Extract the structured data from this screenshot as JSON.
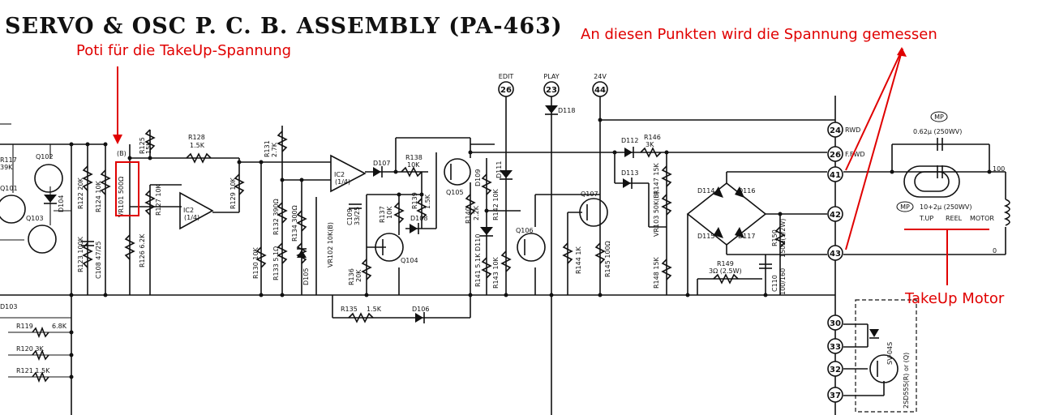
{
  "title": "SERVO & OSC P. C. B. ASSEMBLY (PA-463)",
  "annotations": {
    "poti": "Poti für die TakeUp-Spannung",
    "points": "An diesen Punkten wird die Spannung gemessen",
    "motor": "TakeUp Motor"
  },
  "terminals": {
    "t26_top": "26",
    "t23": "23",
    "t44": "44",
    "t24": "24",
    "t26": "26",
    "t41": "41",
    "t42": "42",
    "t43": "43",
    "t30": "30",
    "t33": "33",
    "t32": "32",
    "t37": "37"
  },
  "terminal_labels": {
    "edit": "EDIT",
    "play": "PLAY",
    "v24": "24V",
    "rwd": "RWD",
    "ffwd": "F.FWD"
  },
  "components": {
    "r117": "R117",
    "r117v": "39K",
    "q102": "Q102",
    "q101": "Q101",
    "q103": "Q103",
    "d104": "D104",
    "r122": "R122 20K",
    "r124": "R124 10K",
    "r123": "R123 100K",
    "c108": "C108 47/25",
    "vr101": "VR101 500Ω",
    "vr101b": "(B)",
    "r125": "R125",
    "r125v": "15K",
    "r127": "R127 10K",
    "r126": "R126 6.2K",
    "r128": "R128",
    "r128v": "1.5K",
    "ic2a": "IC2",
    "ic2a_s": "(1/4)",
    "r129": "R129 10K",
    "r131": "R131",
    "r131v": "2.7K",
    "r130": "R130 10K",
    "r133": "R133 5.1Ω",
    "r132": "R132 390Ω",
    "r134": "R134 300Ω",
    "d105": "D105",
    "vr102": "VR102 10K(B)",
    "ic2b": "IC2",
    "ic2b_s": "(1/4)",
    "c109": "C109",
    "c109v": "33/25",
    "d107": "D107",
    "r138": "R138",
    "r138v": "10K",
    "r137": "R137",
    "r137v": "10K",
    "r139": "R139",
    "r139v": "1.5K",
    "d108": "D108",
    "q104": "Q104",
    "r136": "R136",
    "r136v": "20K",
    "q105": "Q105",
    "d109": "D109",
    "d111": "D111",
    "r140": "R140",
    "r140v": "2.2K",
    "r142": "R142 10K",
    "d110": "D110",
    "r141": "R141 5.1K",
    "r143": "R143 10K",
    "q106": "Q106",
    "q107": "Q107",
    "r144": "R144 1K",
    "r145": "R145 100Ω",
    "d118": "D118",
    "d112": "D112",
    "r146": "R146",
    "r146v": "3K",
    "d113": "D113",
    "r147": "R147 15K",
    "vr103": "VR103 50K(B)",
    "r148": "R148 15K",
    "d114": "D114",
    "d116": "D116",
    "d115": "D115",
    "d117": "D117",
    "r150": "R150",
    "r150v": "150Ω(1/2W)",
    "c110": "C110",
    "c110v": "100/160",
    "r149": "R149",
    "r149v": "3Ω (2.5W)",
    "r135": "R135",
    "r135v": "1.5K",
    "d106": "D106",
    "d103": "D103",
    "r119": "R119",
    "r119v": "6.8K",
    "r120": "R120 3K",
    "r121": "R121 1.5K",
    "sv": "SV-04S",
    "q_out": "2SD555(R) or (Q)",
    "mp": "MP",
    "cap1": "0.62μ (250WV)",
    "cap2": "10+2μ (250WV)",
    "tup": "T.UP",
    "reel": "REEL",
    "motor": "MOTOR",
    "n100": "100",
    "n0": "0"
  }
}
